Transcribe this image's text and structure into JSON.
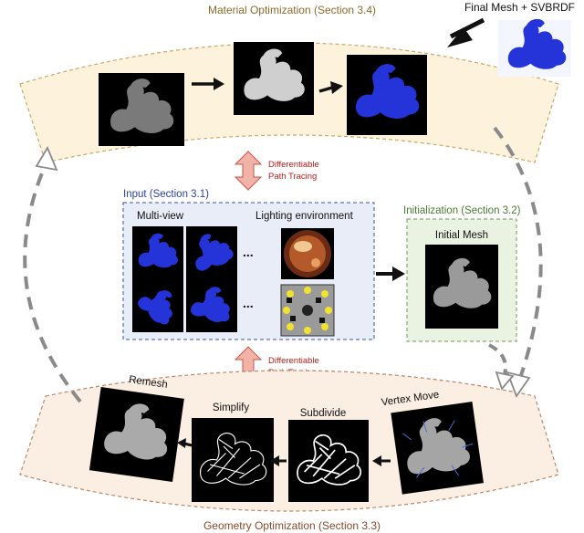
{
  "material": {
    "title": "Material Optimization (Section 3.4)",
    "final_label": "Final Mesh + SVBRDF"
  },
  "pt_top": {
    "line1": "Differentiable",
    "line2": "Path Tracing"
  },
  "pt_bottom": {
    "line1": "Differentiable",
    "line2": "Path Tracing"
  },
  "input": {
    "title": "Input (Section 3.1)",
    "multiview_label": "Multi-view",
    "lighting_label": "Lighting environment",
    "ellipsis": "..."
  },
  "init": {
    "title": "Initialization (Section 3.2)",
    "mesh_label": "Initial Mesh"
  },
  "geometry": {
    "title": "Geometry Optimization (Section 3.3)",
    "steps": [
      "Remesh",
      "Simplify",
      "Subdivide",
      "Vertex Move"
    ]
  },
  "colors": {
    "material_band": "#fdf2dc",
    "material_stroke": "#c9a86a",
    "geometry_band": "#fbeee3",
    "geometry_stroke": "#b9876a",
    "input_box": "#e9edf8",
    "input_stroke": "#3a55a0",
    "init_box": "#eaf3e2",
    "init_stroke": "#6f9a55",
    "double_arrow": "#f1b3a8",
    "double_arrow_stroke": "#c8564a",
    "pt_text": "#b8201a",
    "dash_arrow": "#8a8a8a",
    "dragon_blue": "#2434d8"
  }
}
